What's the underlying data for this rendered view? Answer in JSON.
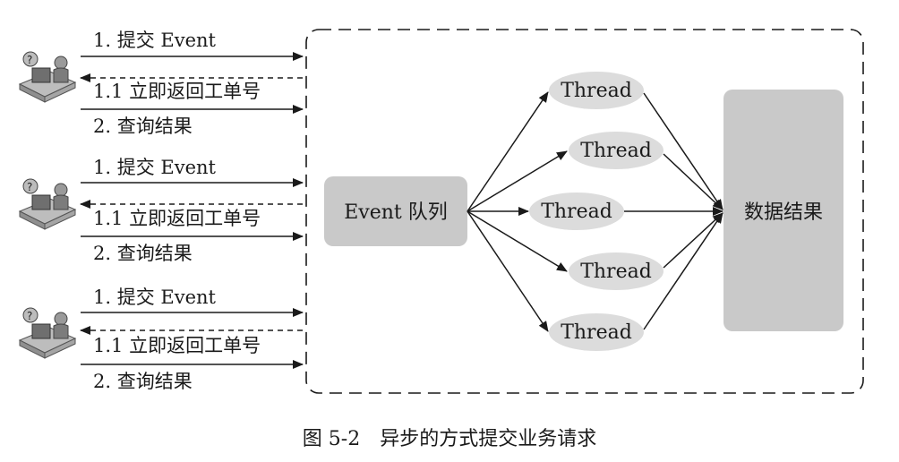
{
  "clients": [
    {
      "submit_label": "1. 提交 Event",
      "return_label": "1.1 立即返回工单号",
      "query_label": "2. 查询结果"
    },
    {
      "submit_label": "1. 提交 Event",
      "return_label": "1.1 立即返回工单号",
      "query_label": "2. 查询结果"
    },
    {
      "submit_label": "1. 提交 Event",
      "return_label": "1.1 立即返回工单号",
      "query_label": "2. 查询结果"
    }
  ],
  "queue": {
    "label": "Event 队列"
  },
  "threads": [
    {
      "label": "Thread"
    },
    {
      "label": "Thread"
    },
    {
      "label": "Thread"
    },
    {
      "label": "Thread"
    },
    {
      "label": "Thread"
    }
  ],
  "result": {
    "label": "数据结果"
  },
  "caption": "图 5-2　异步的方式提交业务请求",
  "colors": {
    "box_fill": "#c9c9c9",
    "thread_fill": "#dcdcdc",
    "line": "#1a1a1a"
  }
}
